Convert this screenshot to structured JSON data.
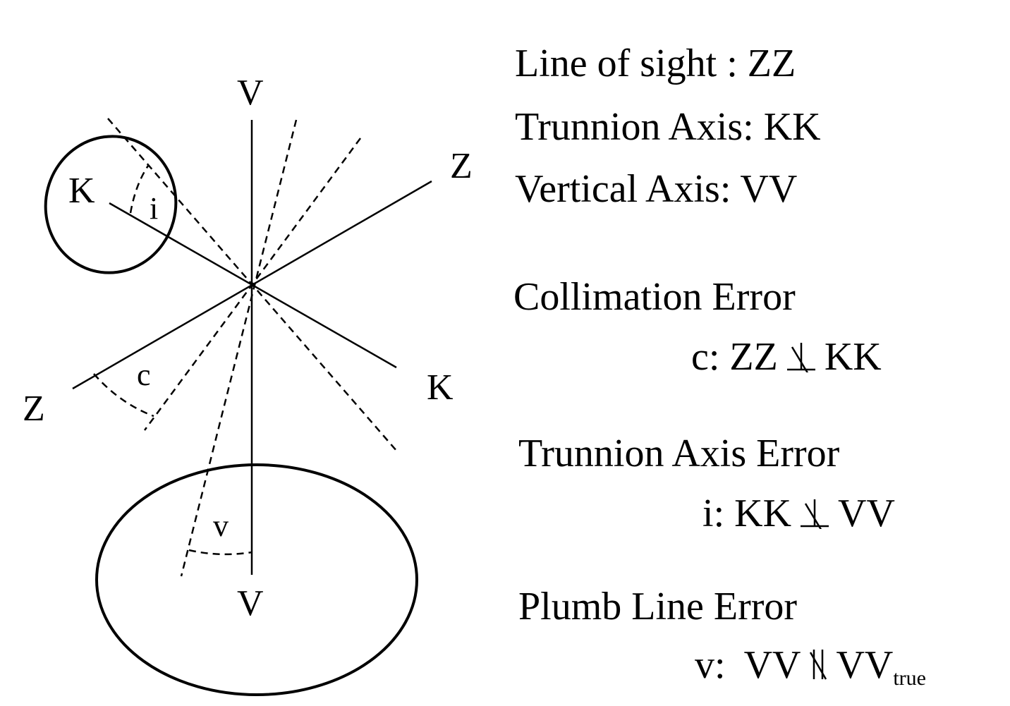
{
  "diagram": {
    "labels": {
      "v_top": "V",
      "v_bottom": "V",
      "z_right": "Z",
      "z_left": "Z",
      "k_left": "K",
      "k_right": "K",
      "angle_i": "i",
      "angle_c": "c",
      "angle_v": "v"
    }
  },
  "legend": {
    "line_of_sight": {
      "label": "Line of sight",
      "value": "ZZ"
    },
    "trunnion_axis": {
      "label": "Trunnion Axis",
      "value": "KK"
    },
    "vertical_axis": {
      "label": "Vertical Axis",
      "value": "VV"
    },
    "collimation": {
      "title": "Collimation Error",
      "symbol": "c",
      "left": "ZZ",
      "right": "KK"
    },
    "trunnion_error": {
      "title": "Trunnion Axis Error",
      "symbol": "i",
      "left": "KK",
      "right": "VV"
    },
    "plumb": {
      "title": "Plumb Line Error",
      "symbol": "v",
      "left": "VV",
      "right": "VV",
      "subscript": "true"
    },
    "separator": ":"
  }
}
